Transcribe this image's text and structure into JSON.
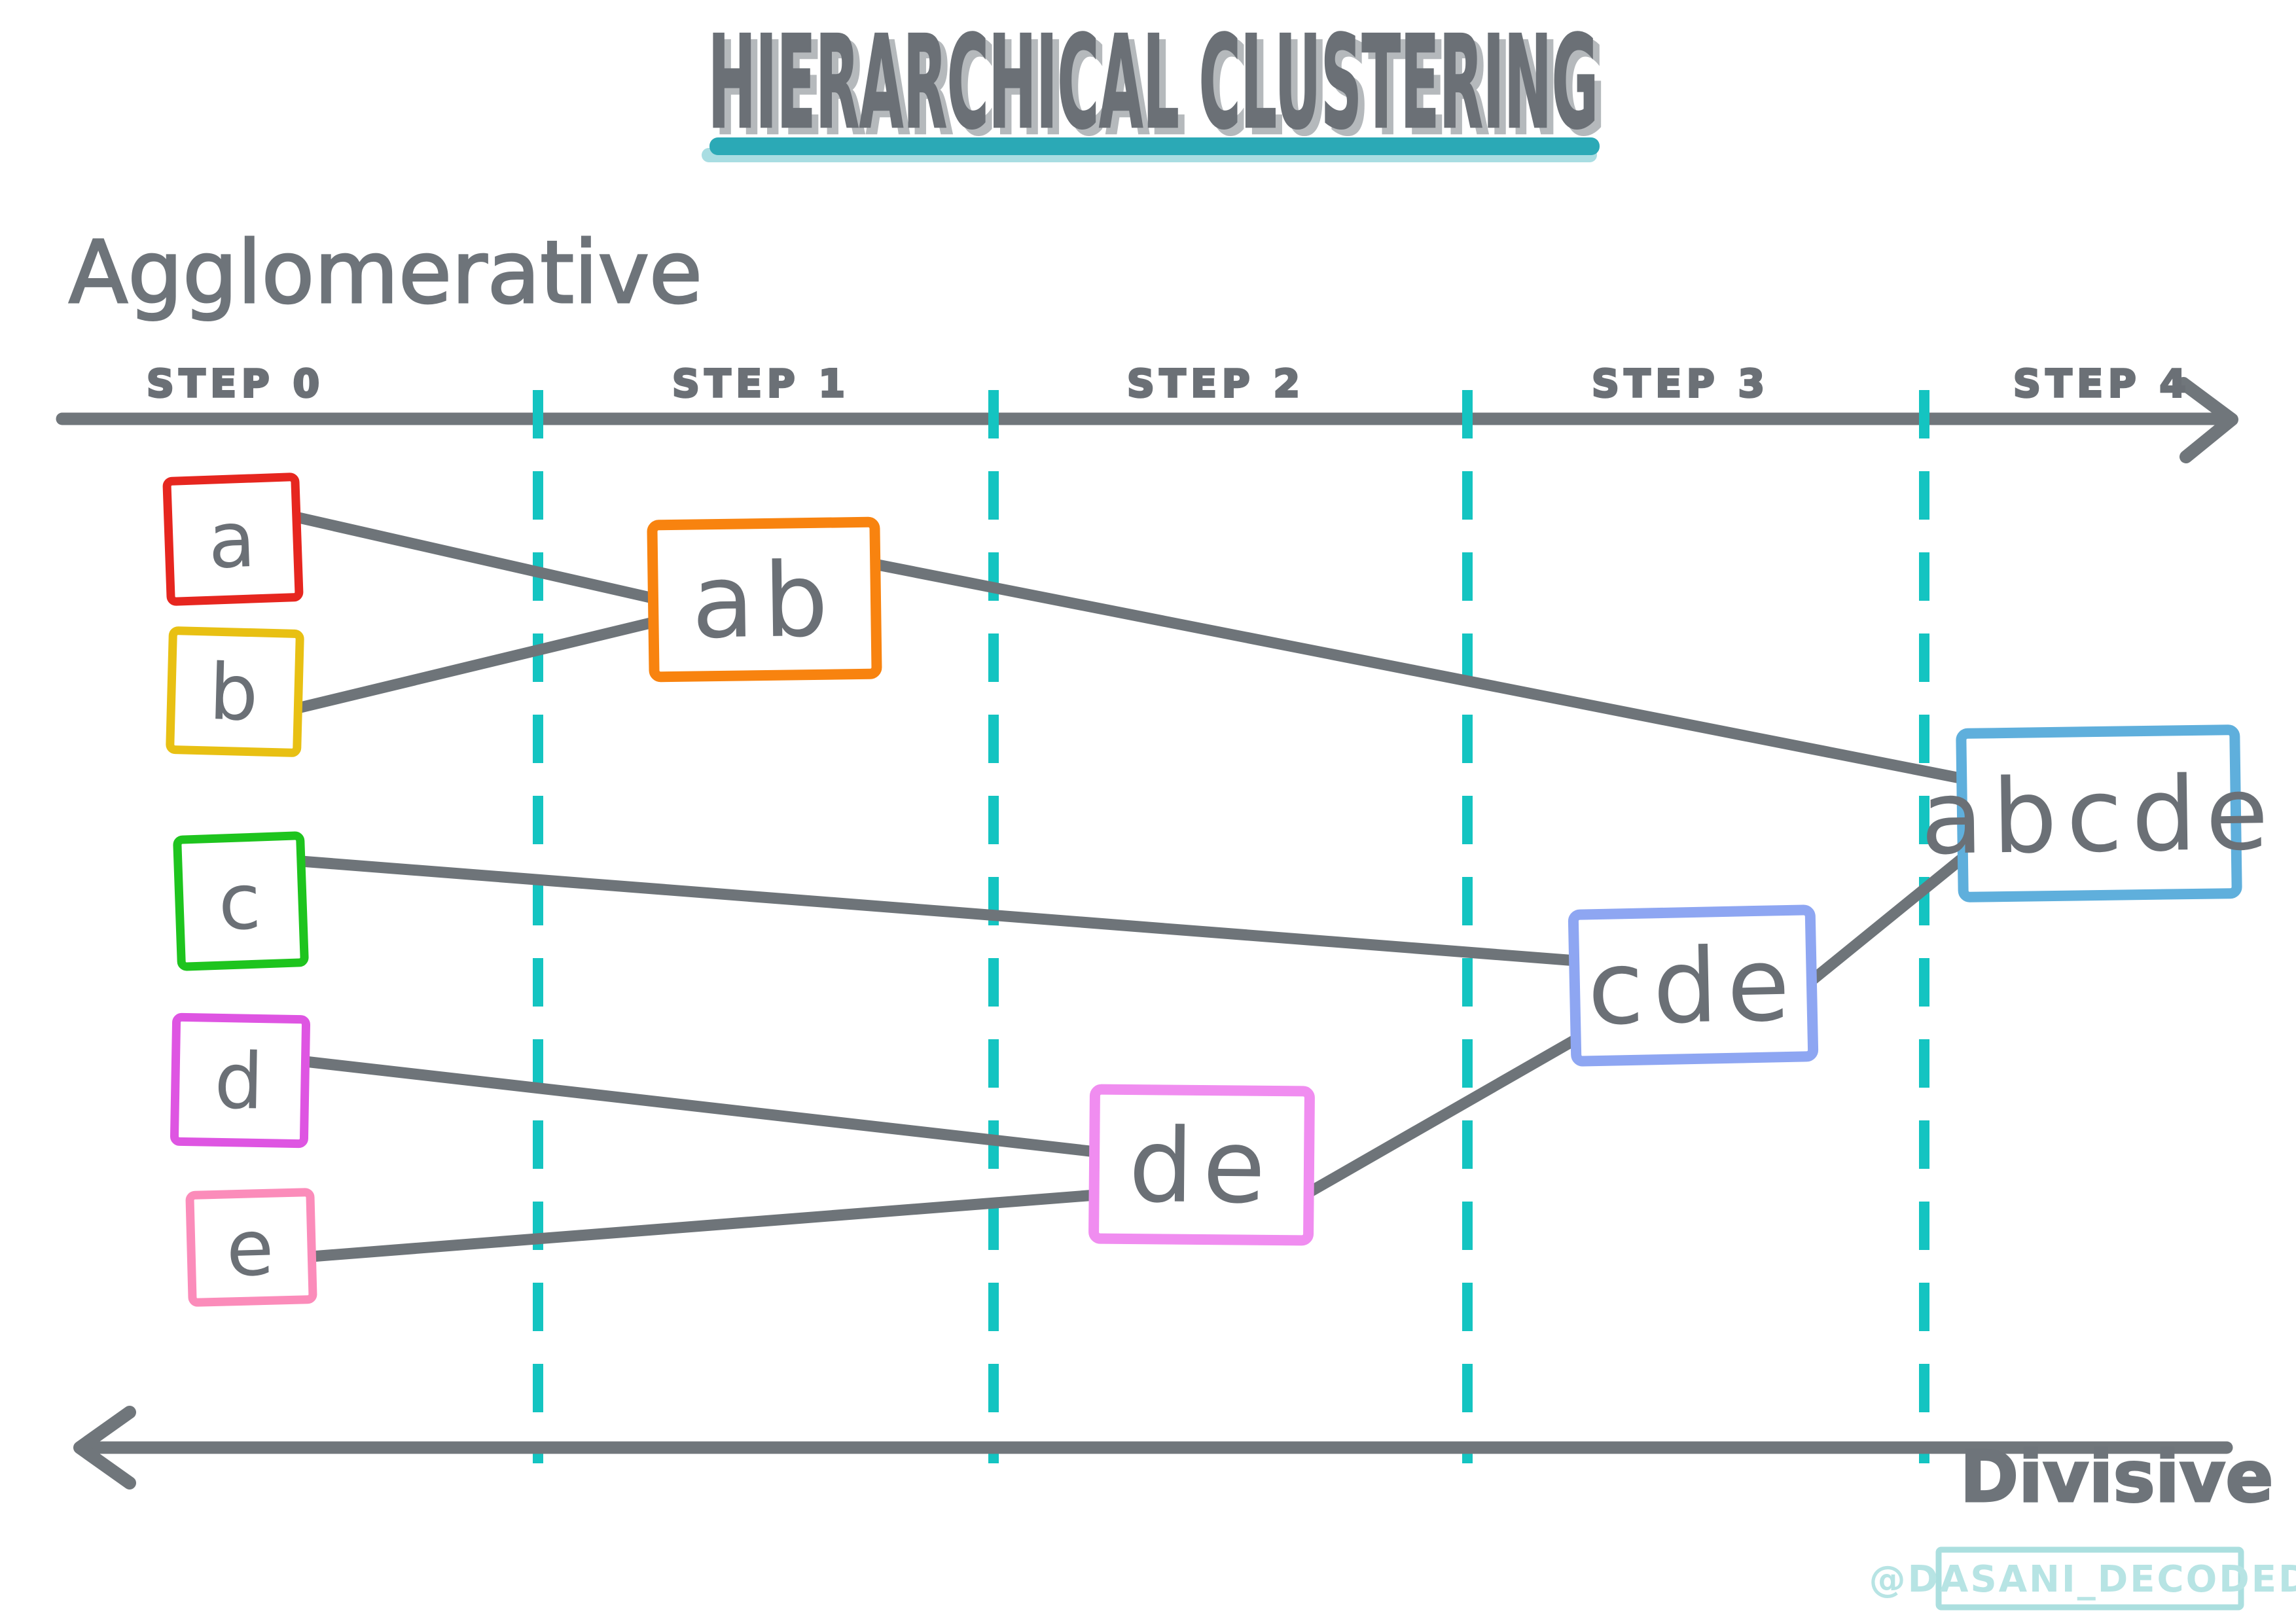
{
  "title": {
    "text": "HIERARCHICAL CLUSTERING",
    "underline_color": "#2ba9b6",
    "underline_shadow": "#a9dde2"
  },
  "labels": {
    "top_method": "Agglomerative",
    "bottom_method": "Divisive"
  },
  "timeline": {
    "steps": [
      "STEP 0",
      "STEP 1",
      "STEP 2",
      "STEP 3",
      "STEP 4"
    ],
    "top_arrow_direction": "right",
    "bottom_arrow_direction": "left"
  },
  "colors": {
    "ink_gray": "#6e7479",
    "title_gray": "#6b7076",
    "title_shadow_gray": "#b5b9bc",
    "divider_teal": "#14c4c1",
    "watermark_border": "#abdfdf",
    "watermark_text": "#b7e4e4"
  },
  "nodes": {
    "a": {
      "label": "a",
      "color": "#e6261f"
    },
    "b": {
      "label": "b",
      "color": "#e8c013"
    },
    "c": {
      "label": "c",
      "color": "#1ec41e"
    },
    "d": {
      "label": "d",
      "color": "#de55e2"
    },
    "e": {
      "label": "e",
      "color": "#fb8cba"
    },
    "ab": {
      "label": "ab",
      "color": "#f8830f"
    },
    "de": {
      "label": "de",
      "color": "#f08df0"
    },
    "cde": {
      "label": "cde",
      "color": "#8ea6f2"
    },
    "abcde": {
      "label": "abcde",
      "color": "#5fafdc"
    }
  },
  "edges": [
    {
      "from": "a",
      "to": "ab"
    },
    {
      "from": "b",
      "to": "ab"
    },
    {
      "from": "ab",
      "to": "abcde"
    },
    {
      "from": "c",
      "to": "cde"
    },
    {
      "from": "d",
      "to": "de"
    },
    {
      "from": "e",
      "to": "de"
    },
    {
      "from": "de",
      "to": "cde"
    },
    {
      "from": "cde",
      "to": "abcde"
    }
  ],
  "watermark": {
    "text": "@DASANI_DECODED"
  }
}
